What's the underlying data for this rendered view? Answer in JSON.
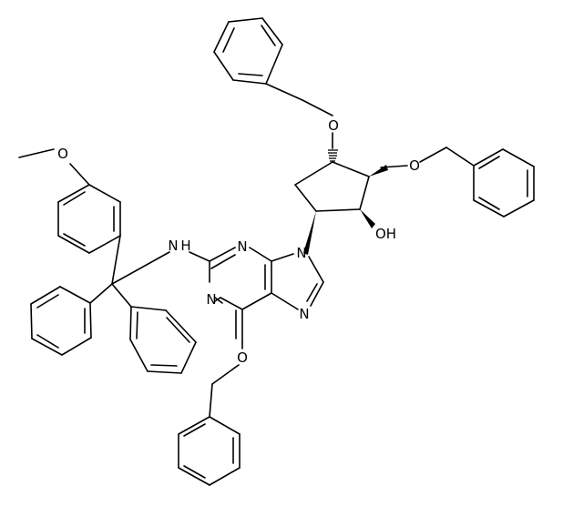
{
  "structure": {
    "atom_labels": {
      "methoxy_o": "O",
      "amine_nh": "N",
      "amine_h": "H",
      "purine_n3": "N",
      "purine_n1": "N",
      "purine_n9": "N",
      "purine_n7": "N",
      "benzyloxy_o_6": "O",
      "benzyloxy_o_ring": "O",
      "benzyloxymethyl_o": "O",
      "hydroxyl": "OH"
    }
  }
}
